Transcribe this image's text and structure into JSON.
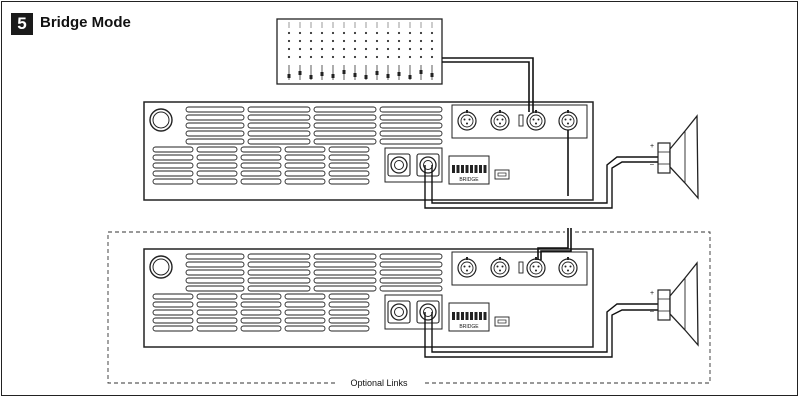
{
  "step": {
    "number": "5",
    "title": "Bridge Mode"
  },
  "amp_top": {
    "switch_label": "BRIDGE"
  },
  "amp_bottom": {
    "switch_label": "BRIDGE"
  },
  "speaker_top": {
    "plus": "+",
    "minus": "–"
  },
  "speaker_bottom": {
    "plus": "+",
    "minus": "–"
  },
  "optional_links_label": "Optional Links"
}
